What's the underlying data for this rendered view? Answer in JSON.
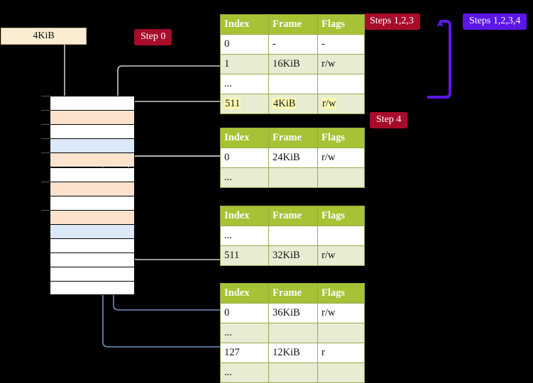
{
  "diagram": {
    "title_badges": [
      {
        "name": "step-0",
        "label": "Step 0",
        "color": "#a80c2b"
      },
      {
        "name": "steps-123",
        "label": "Steps 1,2,3",
        "color": "#a80c2b"
      },
      {
        "name": "steps-1234",
        "label": "Steps 1,2,3,4",
        "color": "#5b17e8"
      },
      {
        "name": "step-4",
        "label": "Step 4",
        "color": "#a80c2b"
      }
    ],
    "size_box": {
      "label": "4KiB"
    },
    "columns": [
      "Index",
      "Frame",
      "Flags"
    ],
    "tables": [
      {
        "name": "page-table-level-0",
        "rows": [
          {
            "index": "0",
            "frame": "-",
            "flags": "-",
            "style": "plain",
            "highlight": false
          },
          {
            "index": "1",
            "frame": "16KiB",
            "flags": "r/w",
            "style": "alt",
            "highlight": false
          },
          {
            "index": "...",
            "frame": "",
            "flags": "",
            "style": "plain",
            "highlight": false
          },
          {
            "index": "511",
            "frame": "4KiB",
            "flags": "r/w",
            "style": "alt",
            "highlight": true
          }
        ]
      },
      {
        "name": "page-table-level-1",
        "rows": [
          {
            "index": "0",
            "frame": "24KiB",
            "flags": "r/w",
            "style": "plain",
            "highlight": false
          },
          {
            "index": "...",
            "frame": "",
            "flags": "",
            "style": "alt",
            "highlight": false
          }
        ]
      },
      {
        "name": "page-table-level-2",
        "rows": [
          {
            "index": "...",
            "frame": "",
            "flags": "",
            "style": "plain",
            "highlight": false
          },
          {
            "index": "511",
            "frame": "32KiB",
            "flags": "r/w",
            "style": "alt",
            "highlight": false
          }
        ]
      },
      {
        "name": "page-table-level-3",
        "rows": [
          {
            "index": "0",
            "frame": "36KiB",
            "flags": "r/w",
            "style": "plain",
            "highlight": false
          },
          {
            "index": "...",
            "frame": "",
            "flags": "",
            "style": "alt",
            "highlight": false
          },
          {
            "index": "127",
            "frame": "12KiB",
            "flags": "r",
            "style": "plain",
            "highlight": false
          },
          {
            "index": "...",
            "frame": "",
            "flags": "",
            "style": "alt",
            "highlight": false
          }
        ]
      }
    ],
    "memory_frames": [
      {
        "fill": "white"
      },
      {
        "fill": "peach"
      },
      {
        "fill": "white"
      },
      {
        "fill": "blue"
      },
      {
        "fill": "peach"
      },
      {
        "fill": "white"
      },
      {
        "fill": "peach"
      },
      {
        "fill": "white"
      },
      {
        "fill": "peach"
      },
      {
        "fill": "blue"
      },
      {
        "fill": "white"
      },
      {
        "fill": "white"
      },
      {
        "fill": "white"
      },
      {
        "fill": "white"
      }
    ],
    "colors": {
      "header": "#a6c235",
      "alt_row": "#e6edd2",
      "highlight": "#fdfbb0",
      "peach": "#fde3cd",
      "blue": "#dbe8f8",
      "grey_arrow": "#c8c8c8",
      "blue_arrow": "#6f8fc0",
      "purple_arrow": "#5b17e8",
      "background": "#000000"
    }
  }
}
